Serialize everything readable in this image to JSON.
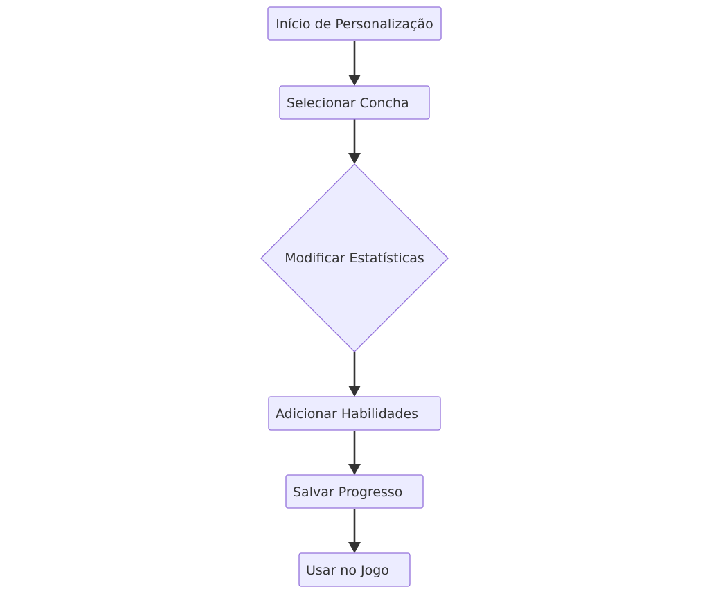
{
  "diagram": {
    "type": "flowchart",
    "direction": "top-down",
    "colors": {
      "node_fill": "#ECECFF",
      "node_stroke": "#9370DB",
      "edge": "#333333",
      "text": "#333333",
      "background": "#FFFFFF"
    },
    "nodes": [
      {
        "id": "inicio",
        "label": "Início de Personalização",
        "shape": "rectangle"
      },
      {
        "id": "selecionar",
        "label": "Selecionar Concha",
        "shape": "rectangle"
      },
      {
        "id": "modificar",
        "label": "Modificar Estatísticas",
        "shape": "diamond"
      },
      {
        "id": "adicionar",
        "label": "Adicionar Habilidades",
        "shape": "rectangle"
      },
      {
        "id": "salvar",
        "label": "Salvar Progresso",
        "shape": "rectangle"
      },
      {
        "id": "usar",
        "label": "Usar no Jogo",
        "shape": "rectangle"
      }
    ],
    "edges": [
      {
        "from": "inicio",
        "to": "selecionar"
      },
      {
        "from": "selecionar",
        "to": "modificar"
      },
      {
        "from": "modificar",
        "to": "adicionar"
      },
      {
        "from": "adicionar",
        "to": "salvar"
      },
      {
        "from": "salvar",
        "to": "usar"
      }
    ]
  }
}
